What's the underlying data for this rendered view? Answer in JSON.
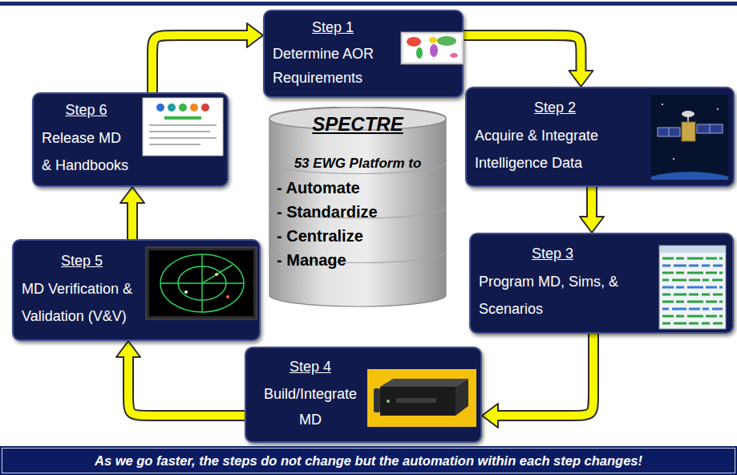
{
  "diagram": {
    "nodes": [
      {
        "text": [
          "Step 1",
          "Determine AOR Requirements"
        ]
      },
      {
        "text": [
          "Step 2",
          "Acquire & Integrate Intelligence Data"
        ]
      },
      {
        "text": [
          "Step 3",
          "Program MD, Sims, & Scenarios"
        ]
      },
      {
        "text": [
          "Step 4",
          "Build/Integrate MD"
        ]
      },
      {
        "text": [
          "Step 5",
          "MD Verification & Validation (V&V)"
        ]
      },
      {
        "text": [
          "Step 6",
          "Release MD & Handbooks"
        ]
      },
      {
        "text": [
          "SPECTRE",
          "53 EWG Platform to",
          "- Automate",
          "- Standardize",
          "- Centralize",
          "- Manage"
        ]
      },
      {
        "text": [
          "As we go faster, the steps do not change but the automation within each step changes!"
        ]
      }
    ],
    "edges": [
      {
        "from": 0,
        "to": 1,
        "arrow": "to"
      },
      {
        "from": 1,
        "to": 2,
        "arrow": "to"
      },
      {
        "from": 2,
        "to": 3,
        "arrow": "to"
      },
      {
        "from": 3,
        "to": 4,
        "arrow": "to"
      },
      {
        "from": 4,
        "to": 5,
        "arrow": "to"
      },
      {
        "from": 5,
        "to": 0,
        "arrow": "to"
      }
    ]
  }
}
